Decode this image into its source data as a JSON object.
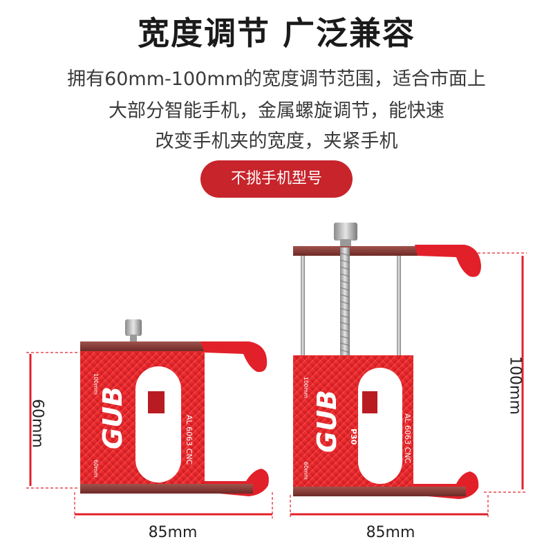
{
  "headline": "宽度调节 广泛兼容",
  "description": {
    "line1": "拥有60mm-100mm的宽度调节范围，适合市面上",
    "line2": "大部分智能手机，金属螺旋调节，能快速",
    "line3": "改变手机夹的宽度，夹紧手机"
  },
  "badge": "不挑手机型号",
  "product": {
    "brand": "GUB",
    "model": "P30",
    "material": "AL 6063 CNC",
    "range_min": "60mm",
    "range_max": "100mm"
  },
  "dimensions": {
    "left_width": "85mm",
    "left_height": "60mm",
    "right_width": "85mm",
    "right_height": "100mm"
  },
  "colors": {
    "red": "#e2202a",
    "dark_red": "#8a2a26",
    "accent": "#c7242c"
  }
}
